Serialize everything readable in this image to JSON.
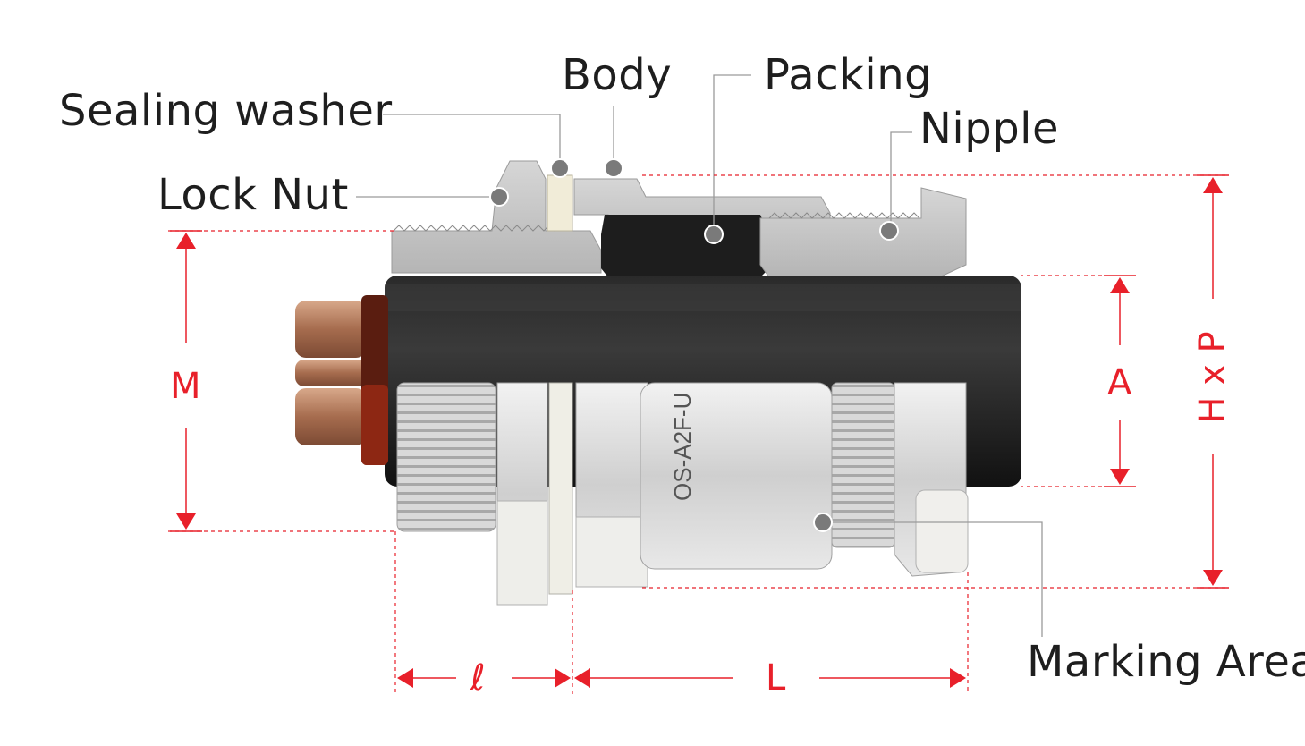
{
  "labels": {
    "sealing_washer": "Sealing washer",
    "body": "Body",
    "packing": "Packing",
    "nipple": "Nipple",
    "lock_nut": "Lock Nut",
    "marking_area": "Marking Area"
  },
  "dimensions": {
    "M": "M",
    "A": "A",
    "HxP": "H x P",
    "l": "ℓ",
    "L": "L"
  },
  "marking_text": "OS-A2F-U",
  "colors": {
    "dimension": "#e8202a",
    "leader": "#9a9a9a",
    "dot": "#7a7a7a",
    "cable": "#1c1c1c",
    "metal": "#c9c9c9",
    "copper": "#b07a5c"
  }
}
